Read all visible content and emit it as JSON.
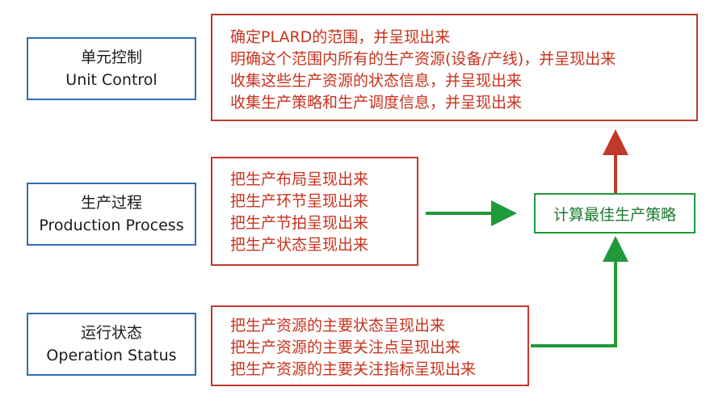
{
  "rows": [
    {
      "label_cn": "单元控制",
      "label_en": "Unit Control",
      "lines": [
        "确定PLARD的范围，并呈现出来",
        "明确这个范围内所有的生产资源(设备/产线)，并呈现出来",
        "收集这些生产资源的状态信息，并呈现出来",
        "收集生产策略和生产调度信息，并呈现出来"
      ]
    },
    {
      "label_cn": "生产过程",
      "label_en": "Production Process",
      "lines": [
        "把生产布局呈现出来",
        "把生产环节呈现出来",
        "把生产节拍呈现出来",
        "把生产状态呈现出来"
      ]
    },
    {
      "label_cn": "运行状态",
      "label_en": "Operation Status",
      "lines": [
        "把生产资源的主要状态呈现出来",
        "把生产资源的主要关注点呈现出来",
        "把生产资源的主要关注指标呈现出来"
      ]
    }
  ],
  "result": {
    "label": "计算最佳生产策略"
  },
  "colors": {
    "label_border": "#2e6db5",
    "desc_border": "#c0392b",
    "desc_text": "#c8321e",
    "result_border": "#1f9a3a",
    "arrow_green": "#1f9a3a",
    "arrow_red": "#c0392b"
  }
}
